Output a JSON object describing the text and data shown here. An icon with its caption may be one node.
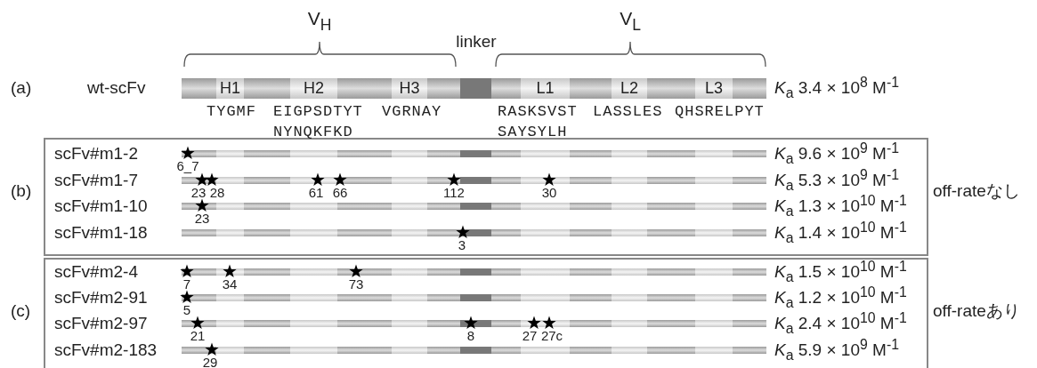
{
  "diagram": {
    "nodes": [
      {
        "text": [
          "H1"
        ]
      },
      {
        "text": [
          "H2"
        ]
      },
      {
        "text": [
          "H3"
        ]
      },
      {
        "text": [
          "L1"
        ]
      },
      {
        "text": [
          "L2"
        ]
      },
      {
        "text": [
          "L3"
        ]
      }
    ],
    "labels": [
      "V$_{H}$",
      "linker",
      "V$_{L}$",
      "(a)",
      "wt-scFv",
      "*K*$_{a}$ 3.4 × 10$^{8}$ M$^{-1}$",
      "TYGMF",
      "EIGPSDTYT NYNQKFKD",
      "VGRNAY",
      "RASKSVST SAYSYLH",
      "LASSLES",
      "QHSRELPYT",
      "(b)",
      "scFv#m1-2",
      "6_7",
      "*K*$_{a}$ 9.6 × 10$^{9}$ M$^{-1}$",
      "scFv#m1-7",
      "23",
      "28",
      "61",
      "66",
      "112",
      "30",
      "*K*$_{a}$ 5.3 × 10$^{9}$ M$^{-1}$",
      "scFv#m1-10",
      "23",
      "*K*$_{a}$ 1.3 × 10$^{10}$ M$^{-1}$",
      "scFv#m1-18",
      "3",
      "*K*$_{a}$ 1.4 × 10$^{10}$ M$^{-1}$",
      "off-rateなし",
      "(c)",
      "scFv#m2-4",
      "7",
      "34",
      "73",
      "*K*$_{a}$ 1.5 × 10$^{10}$ M$^{-1}$",
      "scFv#m2-91",
      "5",
      "*K*$_{a}$ 1.2 × 10$^{10}$ M$^{-1}$",
      "scFv#m2-97",
      "21",
      "8",
      "27",
      "27c",
      "*K*$_{a}$ 2.4 × 10$^{10}$ M$^{-1}$",
      "scFv#m2-183",
      "29",
      "*K*$_{a}$ 5.9 × 10$^{9}$ M$^{-1}$",
      "off-rateあり"
    ]
  }
}
